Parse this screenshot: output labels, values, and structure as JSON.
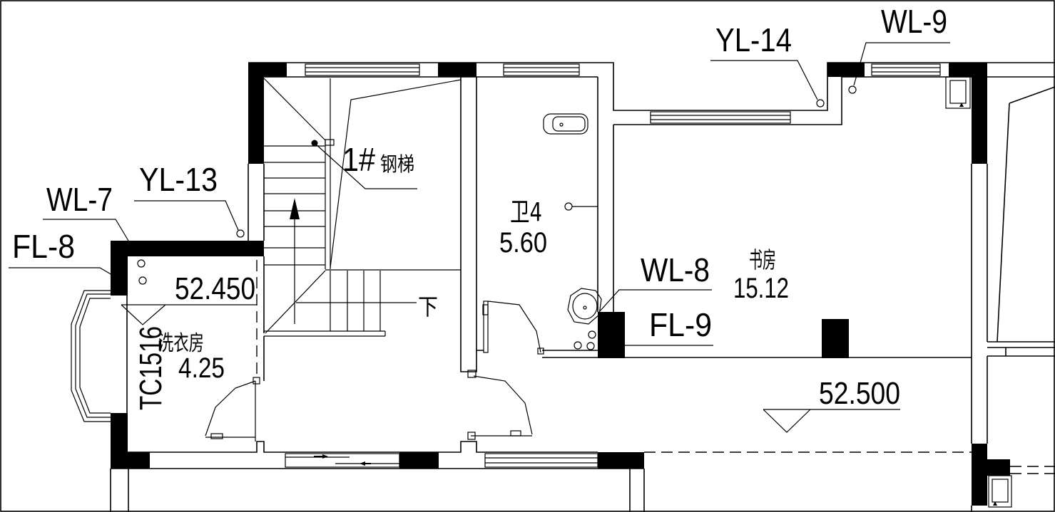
{
  "tags": {
    "yl14": "YL-14",
    "wl9": "WL-9",
    "yl13": "YL-13",
    "wl7": "WL-7",
    "fl8": "FL-8",
    "wl8": "WL-8",
    "fl9": "FL-9"
  },
  "stair": {
    "number": "1#",
    "name": "钢梯",
    "down": "下"
  },
  "rooms": {
    "bathroom": {
      "name": "卫4",
      "area": "5.60"
    },
    "study": {
      "name": "书房",
      "area": "15.12"
    },
    "laundry": {
      "name": "洗衣房",
      "area": "4.25"
    }
  },
  "window_code": "TC1516",
  "elevations": {
    "laundry": "52.450",
    "corridor": "52.500"
  }
}
